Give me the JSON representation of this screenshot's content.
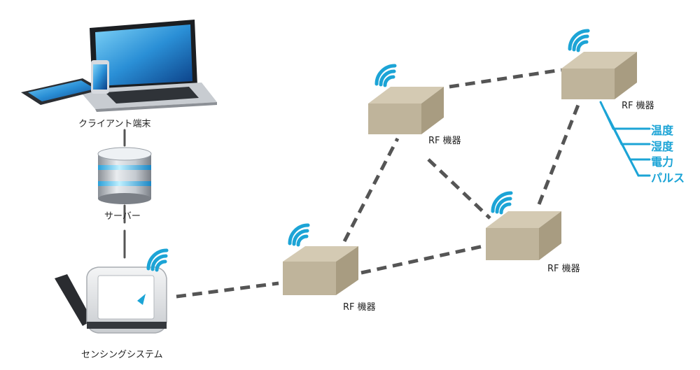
{
  "nodes": {
    "client_label": "クライアント端末",
    "server_label": "サーバー",
    "sensing_label": "センシングシステム",
    "rf_label": "RF 機器"
  },
  "sensors": {
    "items": [
      "温度",
      "湿度",
      "電力",
      "パルス"
    ]
  },
  "colors": {
    "box_front": "#bfb49b",
    "box_top": "#d4cab3",
    "box_side": "#a89c81",
    "wifi": "#1ca4d6",
    "sensor": "#1ca4d6",
    "connector": "#555555"
  },
  "icons": [
    "laptop-icon",
    "tablet-icon",
    "phone-icon",
    "database-icon",
    "gateway-icon",
    "wifi-icon"
  ]
}
